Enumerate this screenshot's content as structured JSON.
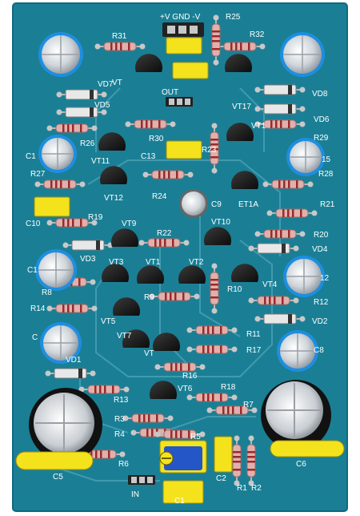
{
  "colors": {
    "board": "#1a7f95",
    "board_edge": "#0f6a80",
    "trace": "#4fa3b8",
    "resistor_body": "#e2b0ac",
    "resistor_band": "#9b2a2a",
    "capacitor_yellow": "#f4e21c",
    "electrolytic_ring": "#1e8ee0",
    "electrolytic_body": "#d9dde2",
    "transistor": "#1b1b1b",
    "trimmer_blue": "#2456c8",
    "silk": "#ffffff",
    "pad": "#c8c8c8"
  },
  "connectors": {
    "power": {
      "label": "+V GND -V"
    },
    "out": {
      "label": "OUT"
    },
    "in": {
      "label": "IN"
    }
  },
  "resistors": [
    {
      "label": "R31"
    },
    {
      "label": "R32"
    },
    {
      "label": "R25"
    },
    {
      "label": "R26"
    },
    {
      "label": "R30"
    },
    {
      "label": "R23"
    },
    {
      "label": "R29"
    },
    {
      "label": "R27"
    },
    {
      "label": "R28"
    },
    {
      "label": "R24"
    },
    {
      "label": "R19"
    },
    {
      "label": "R21"
    },
    {
      "label": "R22"
    },
    {
      "label": "R20"
    },
    {
      "label": "R8"
    },
    {
      "label": "R9"
    },
    {
      "label": "R10"
    },
    {
      "label": "R14"
    },
    {
      "label": "R12"
    },
    {
      "label": "R11"
    },
    {
      "label": "R17"
    },
    {
      "label": "R16"
    },
    {
      "label": "R18"
    },
    {
      "label": "R13"
    },
    {
      "label": "R7"
    },
    {
      "label": "R3"
    },
    {
      "label": "R4"
    },
    {
      "label": "R5"
    },
    {
      "label": "R6"
    },
    {
      "label": "R1"
    },
    {
      "label": "R2"
    }
  ],
  "diodes": [
    {
      "label": "VD7"
    },
    {
      "label": "VD5"
    },
    {
      "label": "VD8"
    },
    {
      "label": "VD6"
    },
    {
      "label": "VD3"
    },
    {
      "label": "VD4"
    },
    {
      "label": "VD1"
    },
    {
      "label": "VD2"
    }
  ],
  "transistors": [
    {
      "label": "VT"
    },
    {
      "label": "VT17"
    },
    {
      "label": "VT1"
    },
    {
      "label": "VT11"
    },
    {
      "label": "VT12"
    },
    {
      "label": "ET1A"
    },
    {
      "label": "VT9"
    },
    {
      "label": "VT10"
    },
    {
      "label": "VT3"
    },
    {
      "label": "VT1"
    },
    {
      "label": "VT2"
    },
    {
      "label": "VT4"
    },
    {
      "label": "VT5"
    },
    {
      "label": "VT7"
    },
    {
      "label": "VT"
    },
    {
      "label": "VT6"
    }
  ],
  "capacitors": [
    {
      "label": "C13"
    },
    {
      "label": "C9"
    },
    {
      "label": "C10"
    },
    {
      "label": "C1"
    },
    {
      "label": "15"
    },
    {
      "label": "C1"
    },
    {
      "label": "12"
    },
    {
      "label": "C"
    },
    {
      "label": "C8"
    },
    {
      "label": "C5"
    },
    {
      "label": "C6"
    },
    {
      "label": "C1"
    },
    {
      "label": "C2"
    }
  ]
}
